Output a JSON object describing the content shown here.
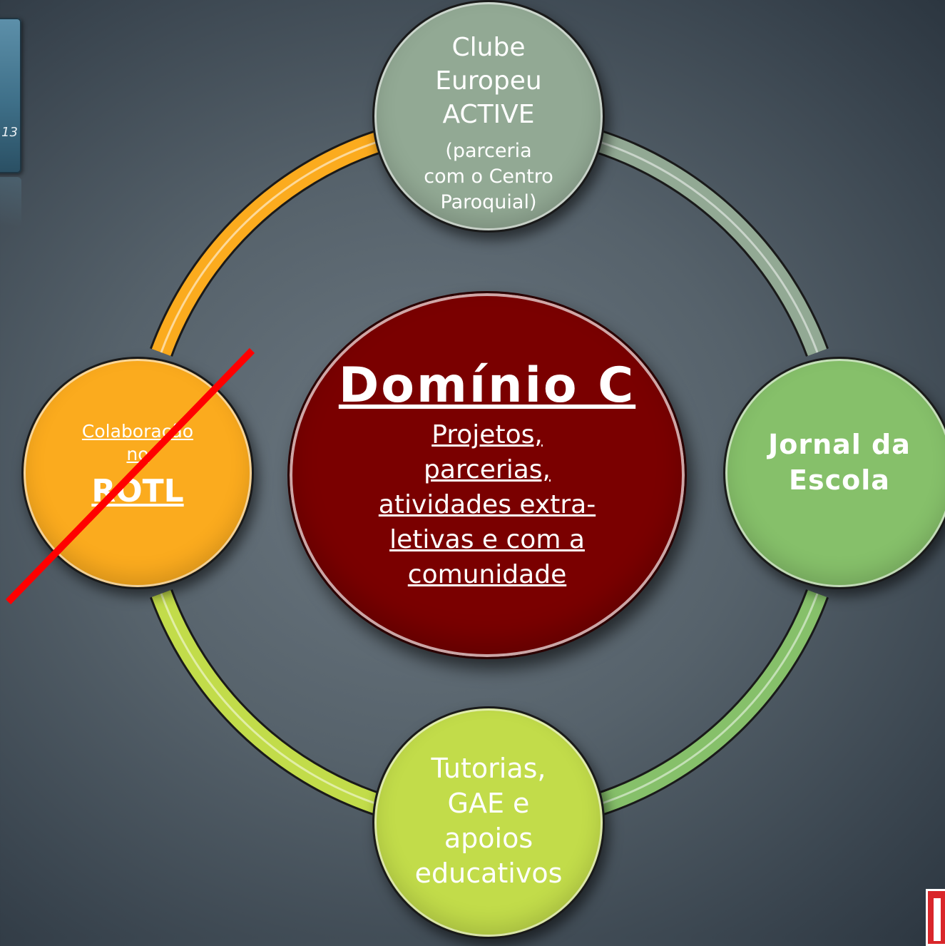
{
  "colors": {
    "ring_orange": "#fbab1e",
    "ring_sage": "#92a994",
    "ring_green": "#86c06a",
    "ring_lime": "#c2dc4a",
    "center_fill": "#7a0000",
    "strike_red": "#ff0000"
  },
  "decorations": {
    "tile_text": "13"
  },
  "center": {
    "title": "Domínio C",
    "subtitle_lines": [
      "Projetos,",
      "parcerias,",
      "atividades extra-",
      "letivas e com a",
      "comunidade"
    ]
  },
  "nodes": {
    "top": {
      "title_lines": [
        "Clube",
        "Europeu",
        "ACTIVE"
      ],
      "note_lines": [
        "(parceria",
        "com o Centro",
        "Paroquial)"
      ]
    },
    "right": {
      "lines": [
        "Jornal da",
        "Escola"
      ]
    },
    "bottom": {
      "lines": [
        "Tutorias,",
        "GAE e",
        "apoios",
        "educativos"
      ]
    },
    "left": {
      "small_lines": [
        "Colaboração",
        "no"
      ],
      "big": "ROTL",
      "crossed_out": true
    }
  }
}
